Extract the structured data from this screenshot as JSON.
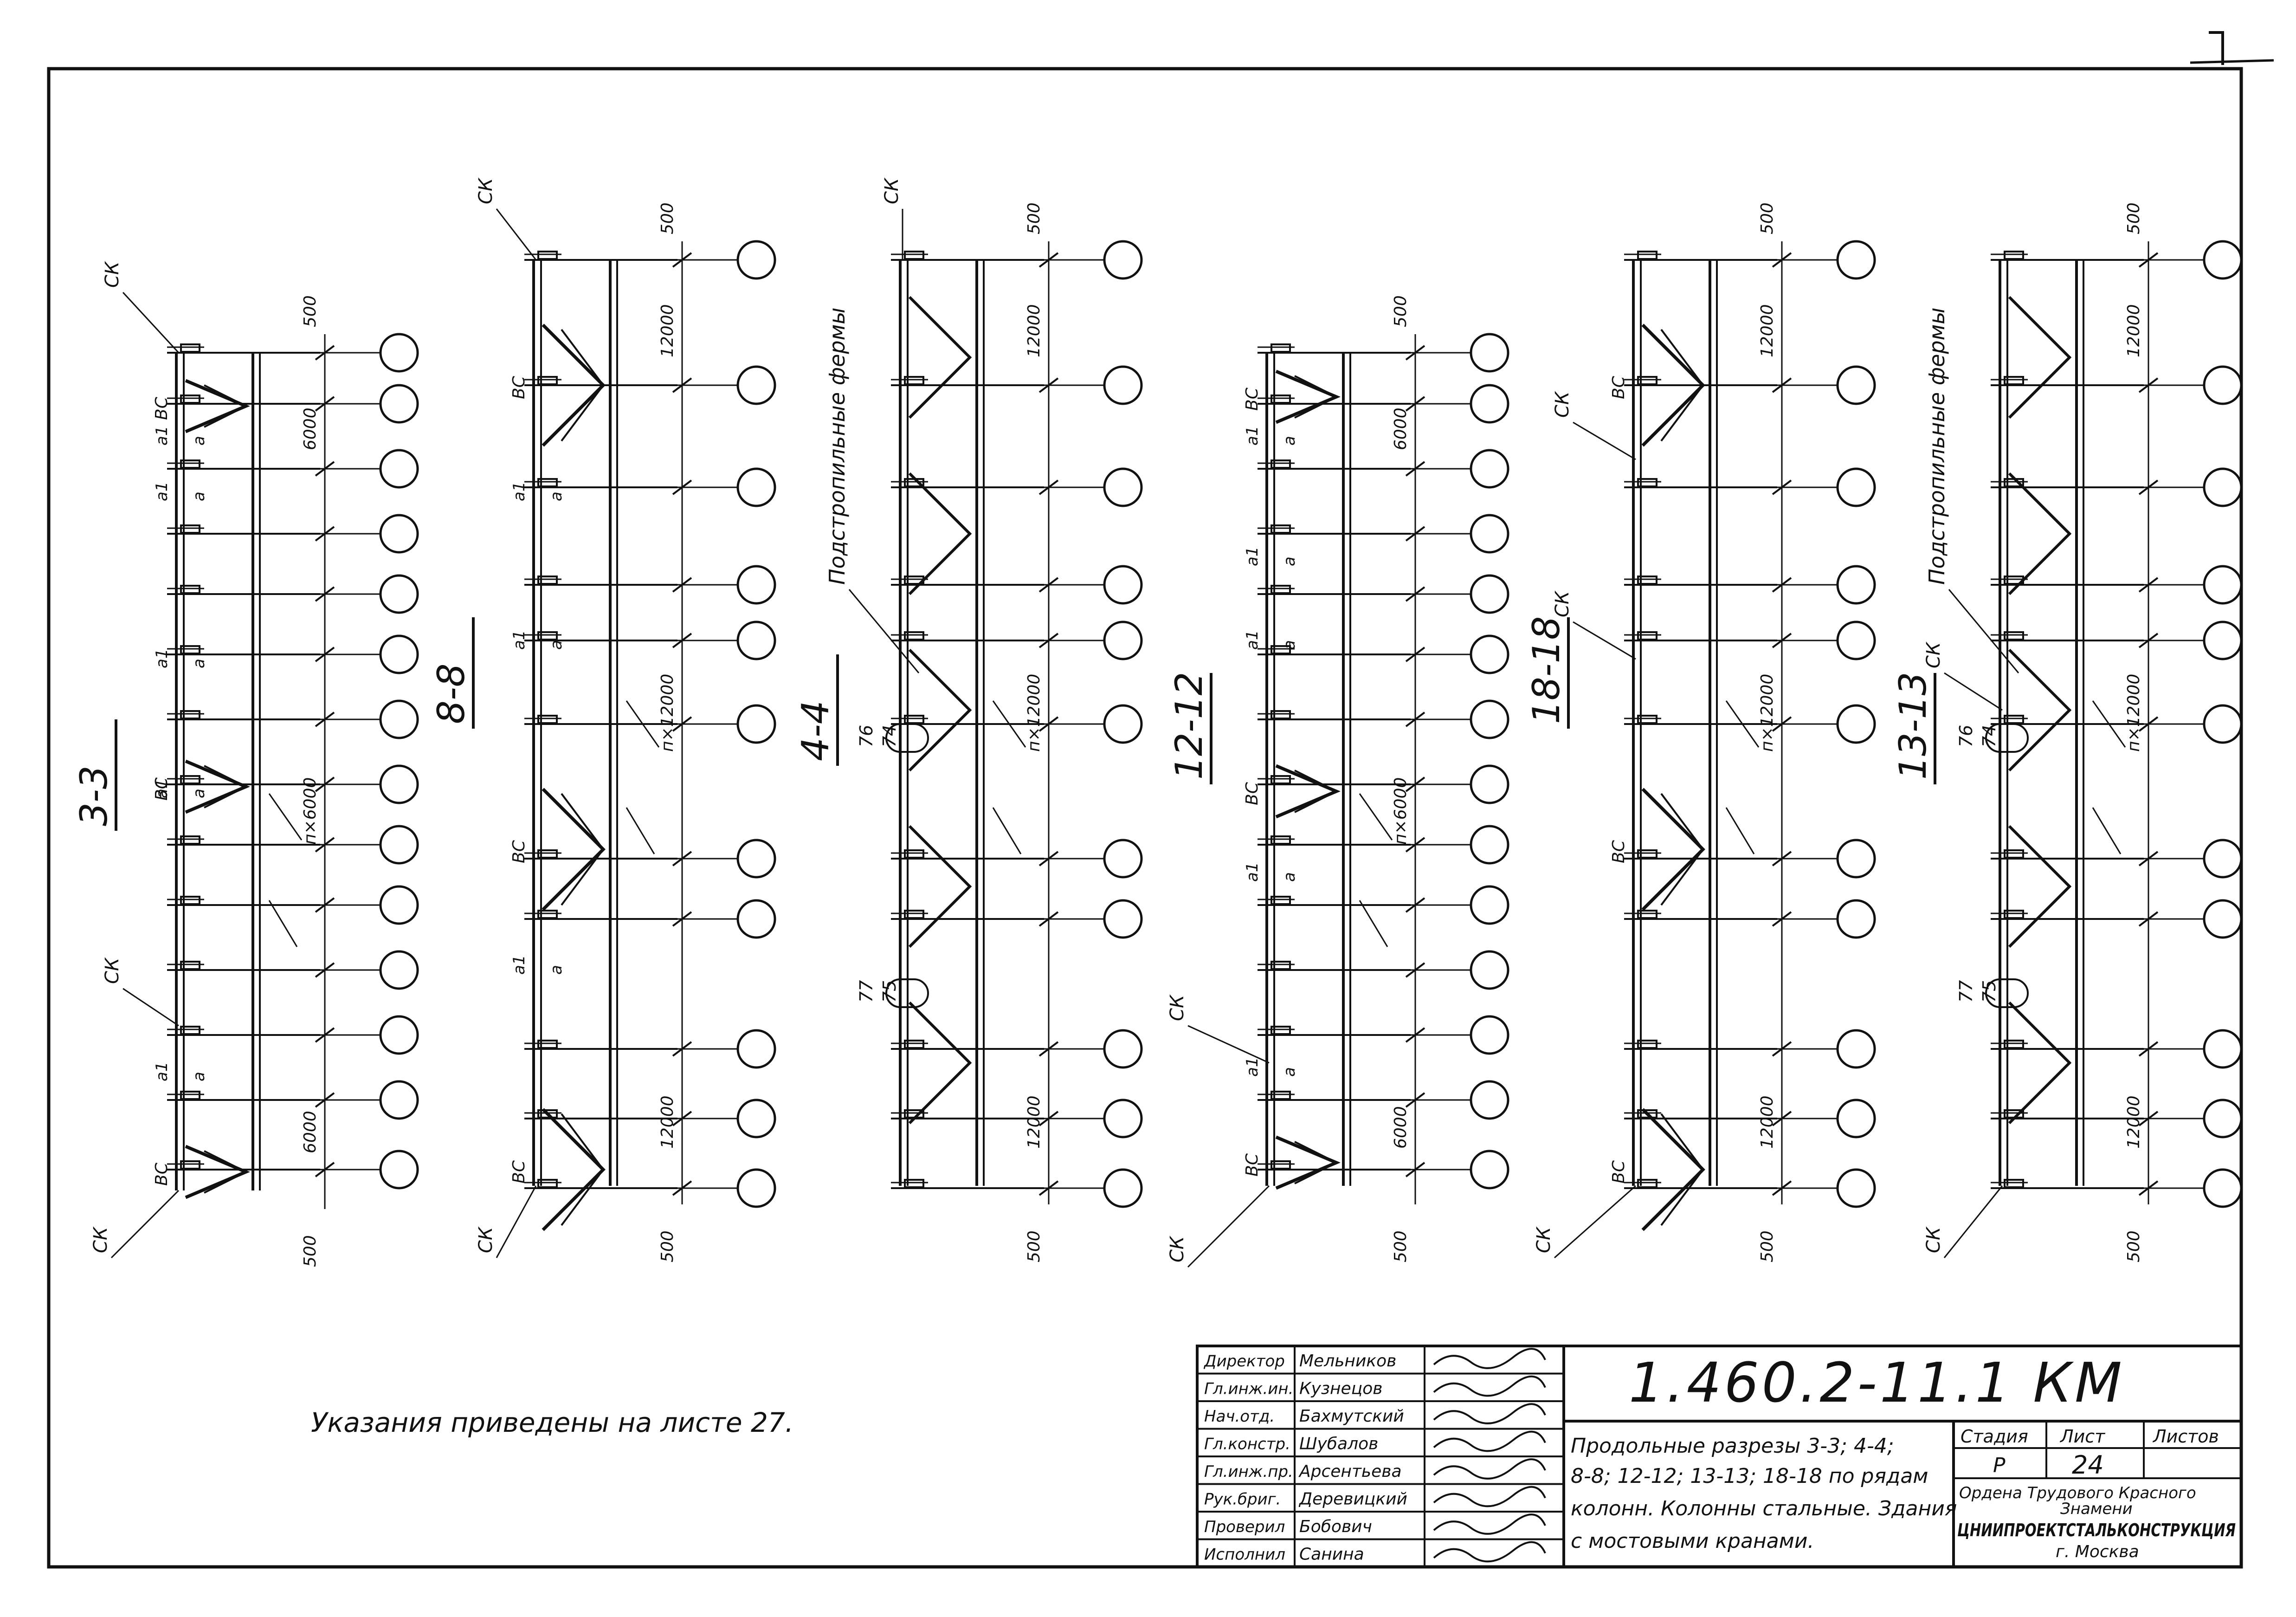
{
  "sheet": {
    "code": "1.460.2-11.1 КМ",
    "title_lines": [
      "Продольные разрезы 3-3; 4-4;",
      "8-8; 12-12; 13-13; 18-18 по рядам",
      "колонн. Колонны стальные. Здания",
      "с мостовыми кранами."
    ],
    "note": "Указания приведены на листе 27.",
    "stage_header": "Стадия",
    "sheet_header": "Лист",
    "sheets_header": "Листов",
    "stage": "Р",
    "sheet_no": "24",
    "org_line1": "Ордена Трудового Красного",
    "org_line2": "Знамени",
    "org_name": "ЦНИИПРОЕКТСТАЛЬКОНСТРУКЦИЯ",
    "city": "г. Москва"
  },
  "signatures": [
    {
      "role": "Директор",
      "name": "Мельников"
    },
    {
      "role": "Гл.инж.ин.",
      "name": "Кузнецов"
    },
    {
      "role": "Нач.отд.",
      "name": "Бахмутский"
    },
    {
      "role": "Гл.констр.",
      "name": "Шубалов"
    },
    {
      "role": "Гл.инж.пр.",
      "name": "Арсентьева"
    },
    {
      "role": "Рук.бриг.",
      "name": "Деревицкий"
    },
    {
      "role": "Проверил",
      "name": "Бобович"
    },
    {
      "role": "Исполнил",
      "name": "Санина"
    }
  ],
  "sections": [
    {
      "label": "3-3"
    },
    {
      "label": "8-8"
    },
    {
      "label": "4-4"
    },
    {
      "label": "12-12"
    },
    {
      "label": "18-18"
    },
    {
      "label": "13-13"
    }
  ],
  "labels": {
    "ck": "СК",
    "bc": "ВС",
    "a1": "а1",
    "a": "а",
    "p": "п",
    "dim500": "500",
    "dim6000": "6000",
    "dim12000": "12000",
    "n6000": "п×6000",
    "n12000": "п×12000",
    "trusses": "Подстропильные фермы",
    "t76": "76",
    "t74": "74",
    "t77": "77",
    "t75": "75"
  }
}
